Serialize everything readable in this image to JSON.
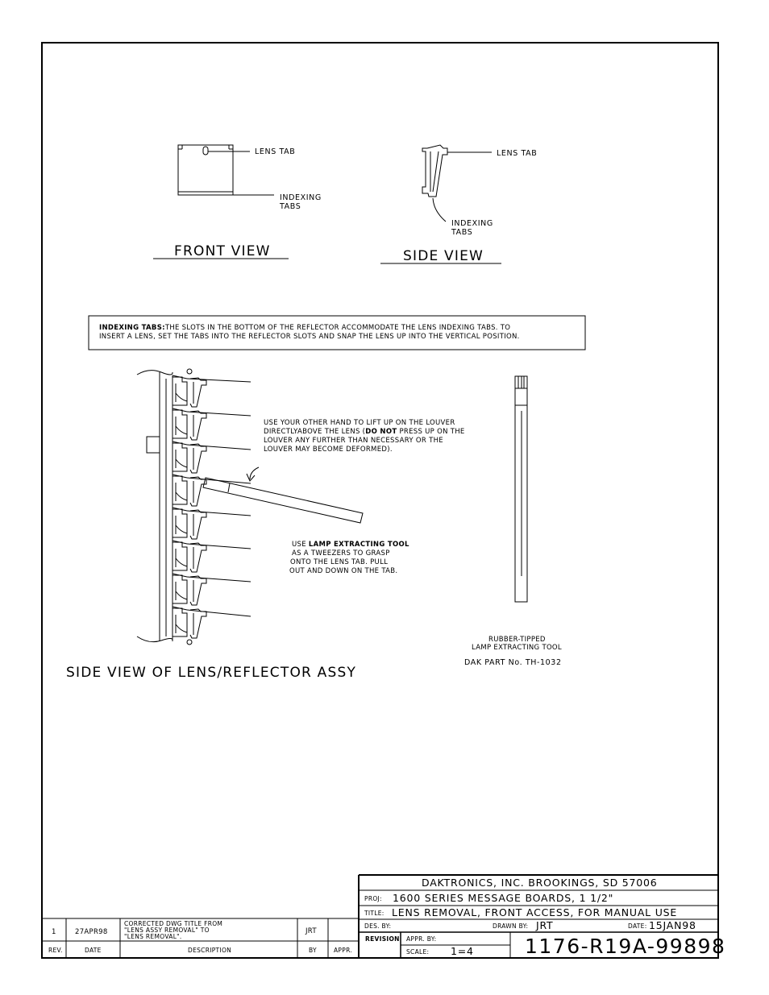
{
  "front_view": {
    "title": "FRONT VIEW",
    "lens_tab_label": "LENS TAB",
    "indexing_label_1": "INDEXING",
    "indexing_label_2": "TABS"
  },
  "side_view": {
    "title": "SIDE VIEW",
    "lens_tab_label": "LENS TAB",
    "indexing_label_1": "INDEXING",
    "indexing_label_2": "TABS"
  },
  "note": {
    "bold_lead": "INDEXING TABS:",
    "line1": "THE SLOTS IN THE BOTTOM OF THE REFLECTOR ACCOMMODATE THE LENS INDEXING TABS. TO",
    "line2": "INSERT A LENS, SET THE TABS INTO THE REFLECTOR SLOTS AND SNAP THE LENS UP INTO THE VERTICAL POSITION."
  },
  "assy": {
    "title": "SIDE VIEW OF LENS/REFLECTOR ASSY",
    "louver_note_1": "USE YOUR OTHER HAND TO LIFT UP ON THE LOUVER",
    "louver_note_2a": "DIRECTLYABOVE THE LENS (",
    "louver_note_2b": "DO NOT",
    "louver_note_2c": " PRESS UP ON THE",
    "louver_note_3": "LOUVER ANY FURTHER THAN NECESSARY OR THE",
    "louver_note_4": "LOUVER MAY BECOME DEFORMED).",
    "tool_note_1a": "USE ",
    "tool_note_1b": "LAMP EXTRACTING TOOL",
    "tool_note_2": "AS A TWEEZERS TO GRASP",
    "tool_note_3": "ONTO THE LENS TAB. PULL",
    "tool_note_4": "OUT AND DOWN ON THE TAB."
  },
  "tool": {
    "label_1": "RUBBER-TIPPED",
    "label_2": "LAMP EXTRACTING TOOL",
    "part": "DAK PART No. TH-1032"
  },
  "title_block": {
    "company": "DAKTRONICS, INC.   BROOKINGS, SD 57006",
    "proj_label": "PROJ:",
    "proj": "1600 SERIES MESSAGE BOARDS, 1 1/2\"",
    "title_label": "TITLE:",
    "title": "LENS REMOVAL, FRONT ACCESS, FOR MANUAL USE",
    "des_by_label": "DES. BY:",
    "drawn_by_label": "DRAWN BY:",
    "drawn_by": "JRT",
    "date_label": "DATE:",
    "date": "15JAN98",
    "revision_label": "REVISION",
    "appr_by_label": "APPR. BY:",
    "scale_label": "SCALE:",
    "scale": "1=4",
    "drawing_number": "1176-R19A-99898"
  },
  "revision_block": {
    "headers": [
      "REV.",
      "DATE",
      "DESCRIPTION",
      "BY",
      "APPR."
    ],
    "rows": [
      {
        "rev": "1",
        "date": "27APR98",
        "desc_1": "CORRECTED DWG TITLE FROM",
        "desc_2": "\"LENS ASSY REMOVAL\" TO",
        "desc_3": "\"LENS REMOVAL\".",
        "by": "JRT",
        "appr": ""
      }
    ]
  }
}
